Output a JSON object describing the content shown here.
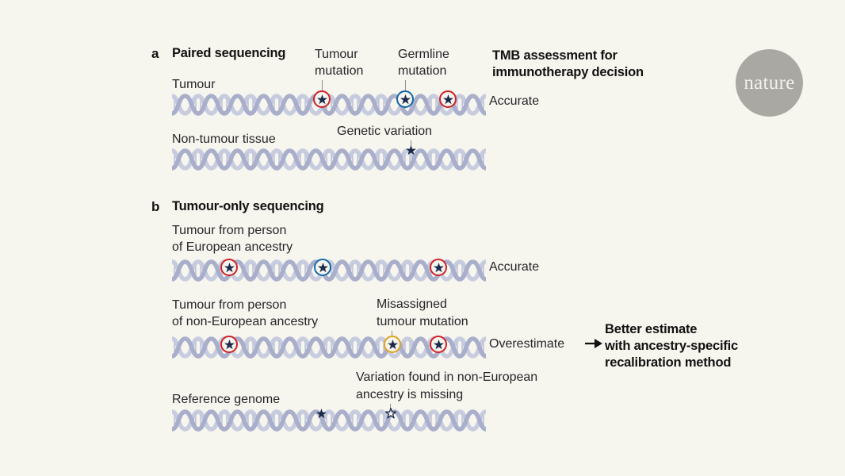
{
  "figure": {
    "background_color": "#f6f5ee",
    "brand": {
      "name": "nature",
      "circle_color": "#a9a8a3",
      "text_color": "#f3f2ec"
    }
  },
  "colors": {
    "tumour_mutation_ring": "#cf2027",
    "germline_mutation_ring": "#1368a8",
    "misassigned_ring": "#e0a321",
    "star_fill": "#1b2a4a",
    "dna_strand": "#b8bcd4",
    "leader_line": "#8d8d8d",
    "text": "#26262a"
  },
  "panels": [
    {
      "letter": "a",
      "title": "Paired sequencing",
      "callouts": [
        {
          "id": "tumour-mutation",
          "text": "Tumour\nmutation",
          "line1": "Tumour",
          "line2": "mutation"
        },
        {
          "id": "germline-mutation",
          "text": "Germline\nmutation",
          "line1": "Germline",
          "line2": "mutation"
        },
        {
          "id": "genetic-variation",
          "line1": "Genetic variation",
          "line2": ""
        }
      ],
      "rows": [
        {
          "id": "tumour",
          "label": "Tumour",
          "outcome": "Accurate",
          "markers": [
            {
              "type": "ring",
              "ring": "red",
              "name": "tumour-mutation-marker"
            },
            {
              "type": "ring",
              "ring": "blue",
              "name": "germline-mutation-marker"
            },
            {
              "type": "ring",
              "ring": "red",
              "name": "tumour-mutation-marker-2"
            }
          ]
        },
        {
          "id": "non-tumour-tissue",
          "label": "Non-tumour tissue",
          "outcome": "",
          "markers": [
            {
              "type": "star",
              "fill": "solid",
              "name": "genetic-variation-star"
            }
          ]
        }
      ],
      "headline": {
        "line1": "TMB assessment for",
        "line2": "immunotherapy decision"
      }
    },
    {
      "letter": "b",
      "title": "Tumour-only sequencing",
      "callouts": [
        {
          "id": "misassigned-tumour-mutation",
          "line1": "Misassigned",
          "line2": "tumour mutation"
        },
        {
          "id": "variation-missing",
          "line1": "Variation found in non-European",
          "line2": "ancestry is missing"
        }
      ],
      "rows": [
        {
          "id": "tumour-european",
          "label_line1": "Tumour from person",
          "label_line2": "of European ancestry",
          "outcome": "Accurate",
          "markers": [
            {
              "type": "ring",
              "ring": "red",
              "name": "tumour-mutation-marker"
            },
            {
              "type": "ring",
              "ring": "blue",
              "name": "germline-mutation-marker"
            },
            {
              "type": "ring",
              "ring": "red",
              "name": "tumour-mutation-marker-2"
            }
          ]
        },
        {
          "id": "tumour-non-european",
          "label_line1": "Tumour from person",
          "label_line2": "of non-European ancestry",
          "outcome": "Overestimate",
          "markers": [
            {
              "type": "ring",
              "ring": "red",
              "name": "tumour-mutation-marker"
            },
            {
              "type": "ring",
              "ring": "gold",
              "name": "misassigned-mutation-marker"
            },
            {
              "type": "ring",
              "ring": "red",
              "name": "tumour-mutation-marker-2"
            }
          ]
        },
        {
          "id": "reference-genome",
          "label_line1": "Reference genome",
          "label_line2": "",
          "outcome": "",
          "markers": [
            {
              "type": "star",
              "fill": "solid",
              "name": "reference-variant-star"
            },
            {
              "type": "star",
              "fill": "hollow",
              "name": "missing-variation-star"
            }
          ]
        }
      ],
      "headline": {
        "line1": "Better estimate",
        "line2": "with ancestry-specific",
        "line3": "recalibration method"
      },
      "arrow": "→"
    }
  ]
}
